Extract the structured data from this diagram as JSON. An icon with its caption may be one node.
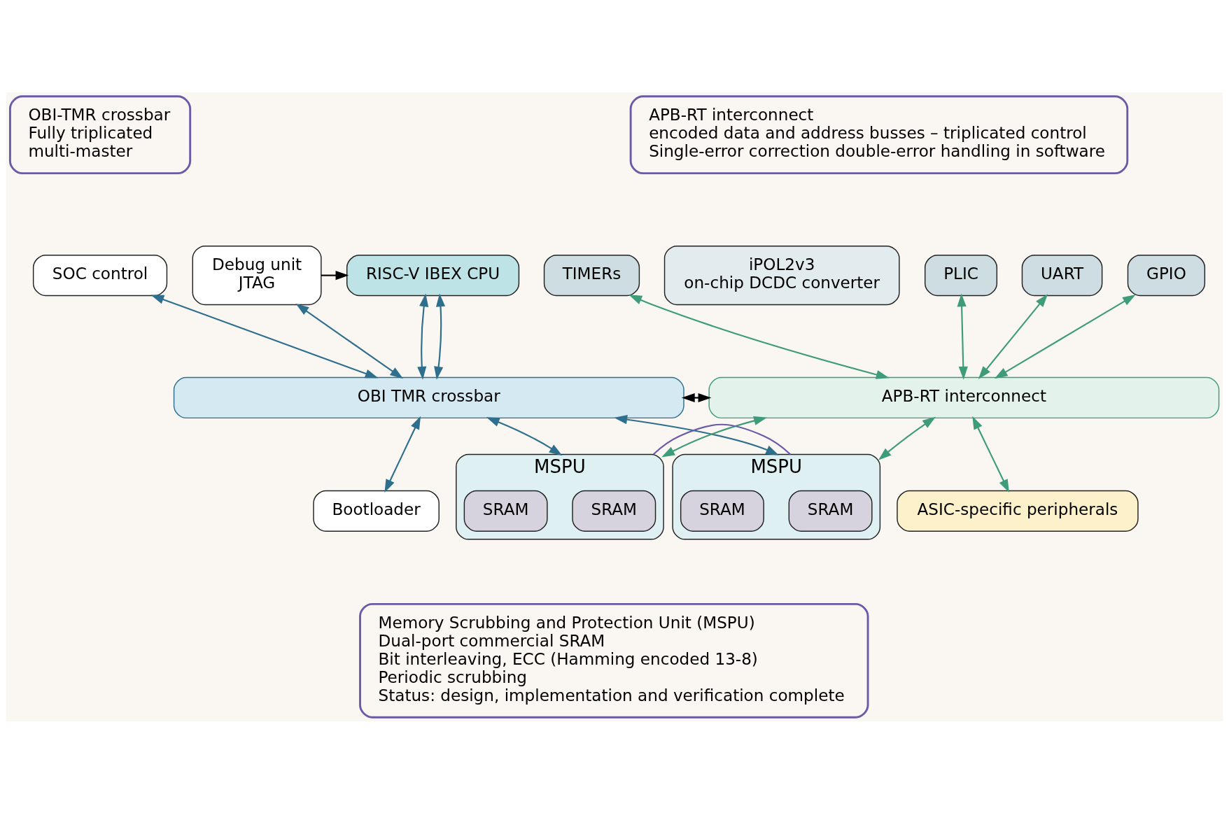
{
  "diagram": {
    "nodes": [
      {
        "text": [
          "OBI-TMR crossbar",
          "Fully triplicated",
          "multi-master"
        ]
      },
      {
        "text": [
          "APB-RT interconnect",
          "encoded data and address busses – triplicated control",
          "Single-error correction double-error handling in software"
        ]
      },
      {
        "text": [
          "iPOL2v3",
          "on-chip DCDC converter"
        ]
      },
      {
        "text": [
          "SOC control"
        ]
      },
      {
        "text": [
          "Debug unit",
          "JTAG"
        ]
      },
      {
        "text": [
          "RISC-V IBEX CPU"
        ]
      },
      {
        "text": [
          "TIMERs"
        ]
      },
      {
        "text": [
          "GPIO"
        ]
      },
      {
        "text": [
          "PLIC"
        ]
      },
      {
        "text": [
          "UART"
        ]
      },
      {
        "text": [
          "OBI TMR crossbar"
        ]
      },
      {
        "text": [
          "APB-RT interconnect"
        ]
      },
      {
        "text": [
          "Bootloader"
        ]
      },
      {
        "text": [
          "MSPU"
        ]
      },
      {
        "text": [
          "SRAM"
        ],
        "in": 13
      },
      {
        "text": [
          "SRAM"
        ],
        "in": 13
      },
      {
        "text": [
          "MSPU"
        ]
      },
      {
        "text": [
          "SRAM"
        ],
        "in": 16
      },
      {
        "text": [
          "SRAM"
        ],
        "in": 16
      },
      {
        "text": [
          "ASIC-specific peripherals"
        ]
      },
      {
        "text": [
          "Memory Scrubbing and Protection Unit (MSPU)",
          "Dual-port commercial SRAM",
          "Bit interleaving, ECC (Hamming encoded 13-8)",
          "Periodic scrubbing",
          "Status: design, implementation and verification complete"
        ]
      }
    ],
    "edges": [
      {
        "from": 4,
        "to": 5,
        "arrow": "to",
        "color": "#000000"
      },
      {
        "from": 3,
        "to": 10,
        "arrow": "both",
        "color": "#2e6f8e"
      },
      {
        "from": 4,
        "to": 10,
        "arrow": "both",
        "color": "#2e6f8e"
      },
      {
        "from": 5,
        "to": 10,
        "arrow": "both",
        "color": "#2e6f8e"
      },
      {
        "from": 5,
        "to": 10,
        "arrow": "both",
        "color": "#2e6f8e"
      },
      {
        "from": 10,
        "to": 11,
        "arrow": "both",
        "color": "#000000"
      },
      {
        "from": 8,
        "to": 11,
        "arrow": "both",
        "color": "#3f9c7a"
      },
      {
        "from": 6,
        "to": 11,
        "arrow": "both",
        "color": "#3f9c7a"
      },
      {
        "from": 9,
        "to": 11,
        "arrow": "both",
        "color": "#3f9c7a"
      },
      {
        "from": 7,
        "to": 11,
        "arrow": "both",
        "color": "#3f9c7a"
      },
      {
        "from": 10,
        "to": 12,
        "arrow": "both",
        "color": "#2e6f8e"
      },
      {
        "from": 10,
        "to": 13,
        "arrow": "both",
        "color": "#2e6f8e"
      },
      {
        "from": 10,
        "to": 16,
        "arrow": "both",
        "color": "#2e6f8e"
      },
      {
        "from": 11,
        "to": 13,
        "arrow": "both",
        "color": "#3f9c7a"
      },
      {
        "from": 11,
        "to": 16,
        "arrow": "both",
        "color": "#3f9c7a"
      },
      {
        "from": 11,
        "to": 19,
        "arrow": "both",
        "color": "#3f9c7a"
      },
      {
        "from": 13,
        "to": 16,
        "arrow": "none",
        "color": "#6a5aa8"
      }
    ]
  }
}
